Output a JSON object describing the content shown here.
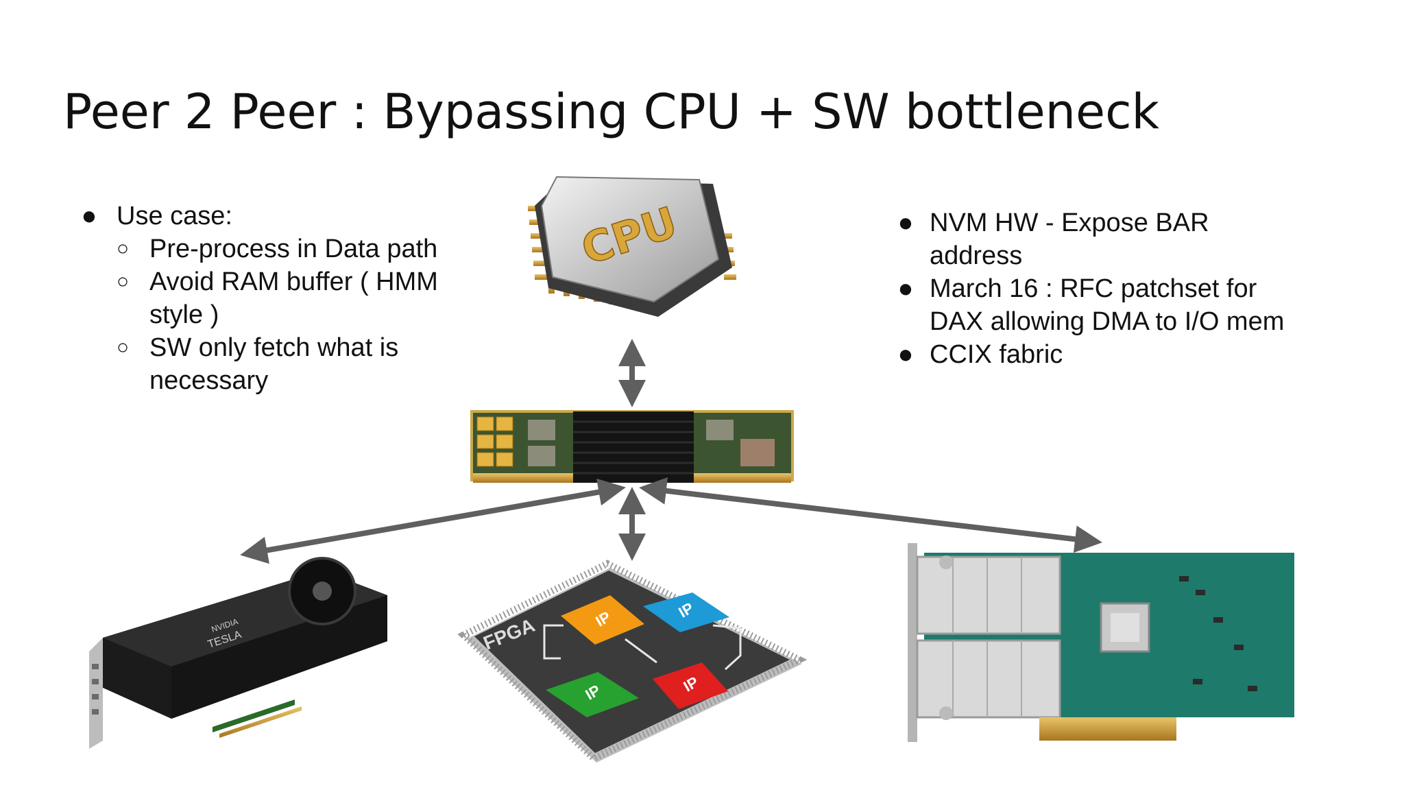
{
  "slide": {
    "title": "Peer 2 Peer : Bypassing CPU + SW bottleneck"
  },
  "left_list": {
    "heading": "Use case:",
    "items": [
      "Pre-process in Data path",
      "Avoid RAM buffer ( HMM style )",
      "SW only fetch what is necessary"
    ]
  },
  "right_list": {
    "items": [
      "NVM HW - Expose BAR address",
      "March 16 :  RFC patchset for DAX allowing DMA to I/O mem",
      "CCIX fabric"
    ]
  },
  "images": {
    "cpu_label": "CPU",
    "gpu_brand": "NVIDIA",
    "gpu_model": "TESLA",
    "fpga_label": "FPGA",
    "ip_label": "IP"
  },
  "colors": {
    "arrow": "#5f5f5f",
    "ip_orange": "#f39a12",
    "ip_blue": "#1e9ad6",
    "ip_green": "#27a12f",
    "ip_red": "#e01f1f",
    "nic_pcb": "#1e7a6a",
    "ssd_pcb": "#3f5f2f"
  }
}
